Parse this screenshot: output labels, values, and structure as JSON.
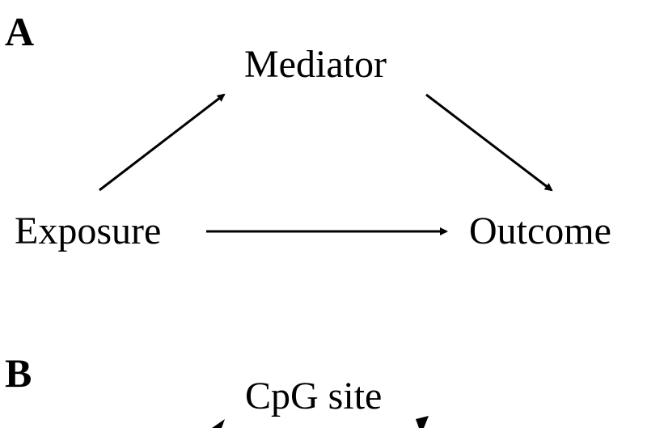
{
  "panel_a": {
    "label": "A",
    "nodes": {
      "mediator": "Mediator",
      "exposure": "Exposure",
      "outcome": "Outcome"
    },
    "edges": [
      {
        "from": "exposure",
        "to": "mediator"
      },
      {
        "from": "mediator",
        "to": "outcome"
      },
      {
        "from": "exposure",
        "to": "outcome"
      }
    ]
  },
  "panel_b": {
    "label": "B",
    "nodes": {
      "cpg_site": "CpG site"
    }
  },
  "colors": {
    "text": "#000000",
    "arrow": "#000000",
    "background": "#ffffff"
  }
}
